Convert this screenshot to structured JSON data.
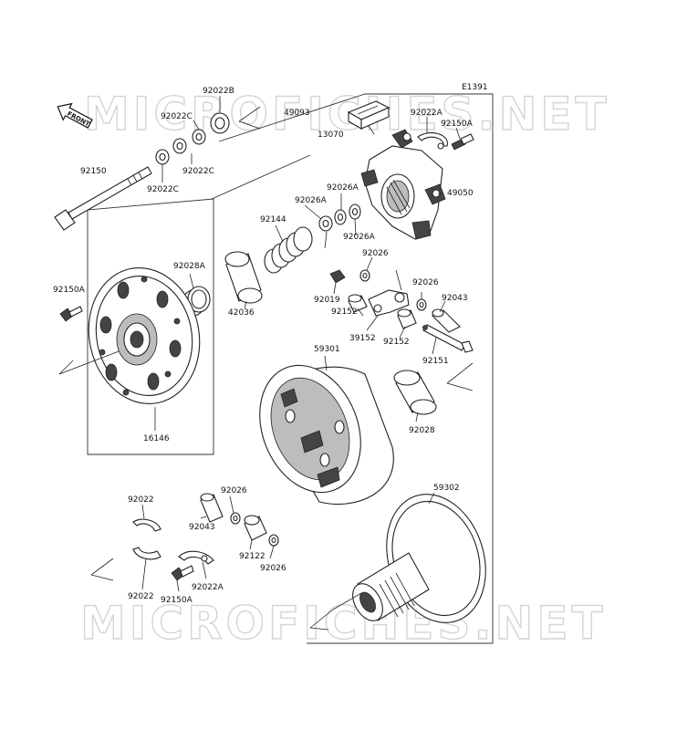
{
  "diagram_code": "E1391",
  "front_label": "FRONT",
  "watermark": "MICROFICHES.NET",
  "parts": [
    {
      "id": "92022B",
      "label": "92022B"
    },
    {
      "id": "49093",
      "label": "49093"
    },
    {
      "id": "92022A-top",
      "label": "92022A"
    },
    {
      "id": "92150A-top",
      "label": "92150A"
    },
    {
      "id": "92022C-a",
      "label": "92022C"
    },
    {
      "id": "92022C-b",
      "label": "92022C"
    },
    {
      "id": "92022C-c",
      "label": "92022C"
    },
    {
      "id": "13070",
      "label": "13070"
    },
    {
      "id": "92150",
      "label": "92150"
    },
    {
      "id": "92026A-a",
      "label": "92026A"
    },
    {
      "id": "92026A-b",
      "label": "92026A"
    },
    {
      "id": "92026A-c",
      "label": "92026A"
    },
    {
      "id": "49050",
      "label": "49050"
    },
    {
      "id": "92144",
      "label": "92144"
    },
    {
      "id": "92026-a",
      "label": "92026"
    },
    {
      "id": "92028A",
      "label": "92028A"
    },
    {
      "id": "92150A-left",
      "label": "92150A"
    },
    {
      "id": "92026-b",
      "label": "92026"
    },
    {
      "id": "92019",
      "label": "92019"
    },
    {
      "id": "92043-a",
      "label": "92043"
    },
    {
      "id": "42036",
      "label": "42036"
    },
    {
      "id": "92152-a",
      "label": "92152"
    },
    {
      "id": "39152",
      "label": "39152"
    },
    {
      "id": "92152-b",
      "label": "92152"
    },
    {
      "id": "92151",
      "label": "92151"
    },
    {
      "id": "59301",
      "label": "59301"
    },
    {
      "id": "92028",
      "label": "92028"
    },
    {
      "id": "16146",
      "label": "16146"
    },
    {
      "id": "59302",
      "label": "59302"
    },
    {
      "id": "92022-a",
      "label": "92022"
    },
    {
      "id": "92026-c",
      "label": "92026"
    },
    {
      "id": "92043-b",
      "label": "92043"
    },
    {
      "id": "92122",
      "label": "92122"
    },
    {
      "id": "92026-d",
      "label": "92026"
    },
    {
      "id": "92022-b",
      "label": "92022"
    },
    {
      "id": "92022A-bottom",
      "label": "92022A"
    },
    {
      "id": "92150A-bottom",
      "label": "92150A"
    }
  ]
}
